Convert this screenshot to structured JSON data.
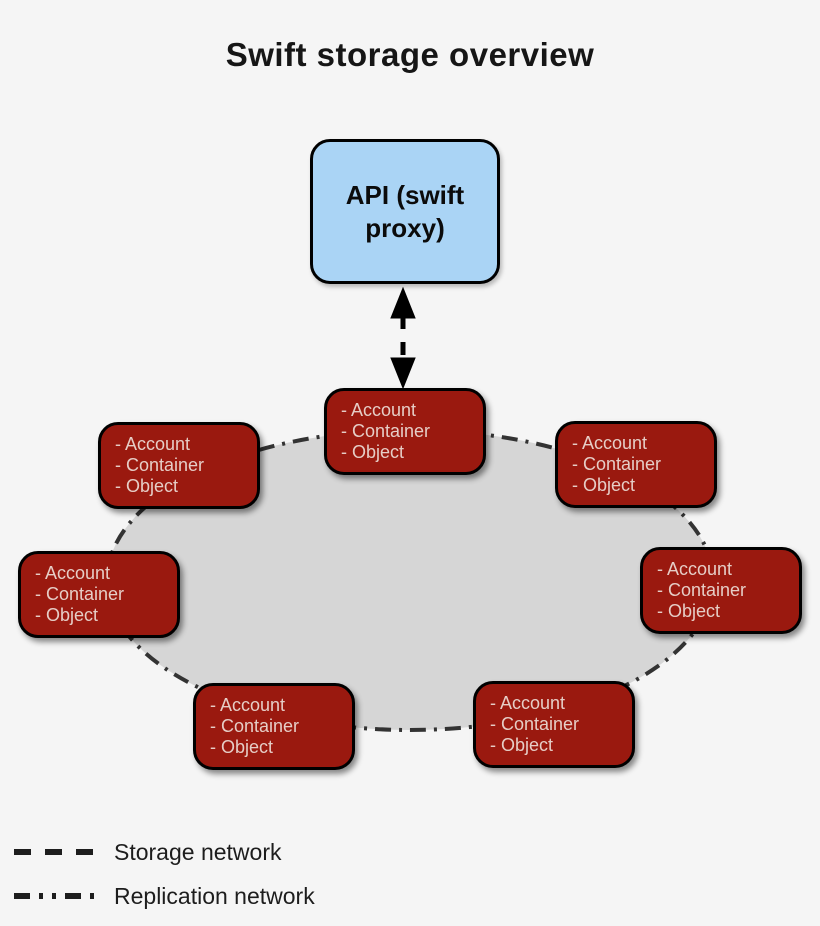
{
  "title": "Swift storage overview",
  "api_box": {
    "label": "API (swift proxy)"
  },
  "nodes": [
    {
      "id": "top-center",
      "lines": [
        "- Account",
        "- Container",
        "- Object"
      ]
    },
    {
      "id": "top-left",
      "lines": [
        "- Account",
        "- Container",
        "- Object"
      ]
    },
    {
      "id": "top-right",
      "lines": [
        "- Account",
        "- Container",
        "- Object"
      ]
    },
    {
      "id": "mid-left",
      "lines": [
        "- Account",
        "- Container",
        "- Object"
      ]
    },
    {
      "id": "mid-right",
      "lines": [
        "- Account",
        "- Container",
        "- Object"
      ]
    },
    {
      "id": "bottom-left",
      "lines": [
        "- Account",
        "- Container",
        "- Object"
      ]
    },
    {
      "id": "bottom-right",
      "lines": [
        "- Account",
        "- Container",
        "- Object"
      ]
    }
  ],
  "legend": [
    {
      "style": "dashed",
      "label": "Storage network"
    },
    {
      "style": "dash-dot",
      "label": "Replication network"
    }
  ],
  "colors": {
    "background": "#f5f5f5",
    "node_fill": "#9a190f",
    "node_text": "#e6cdc6",
    "api_fill": "#aad4f5",
    "ellipse_fill": "#d6d6d6",
    "line": "#333333"
  }
}
